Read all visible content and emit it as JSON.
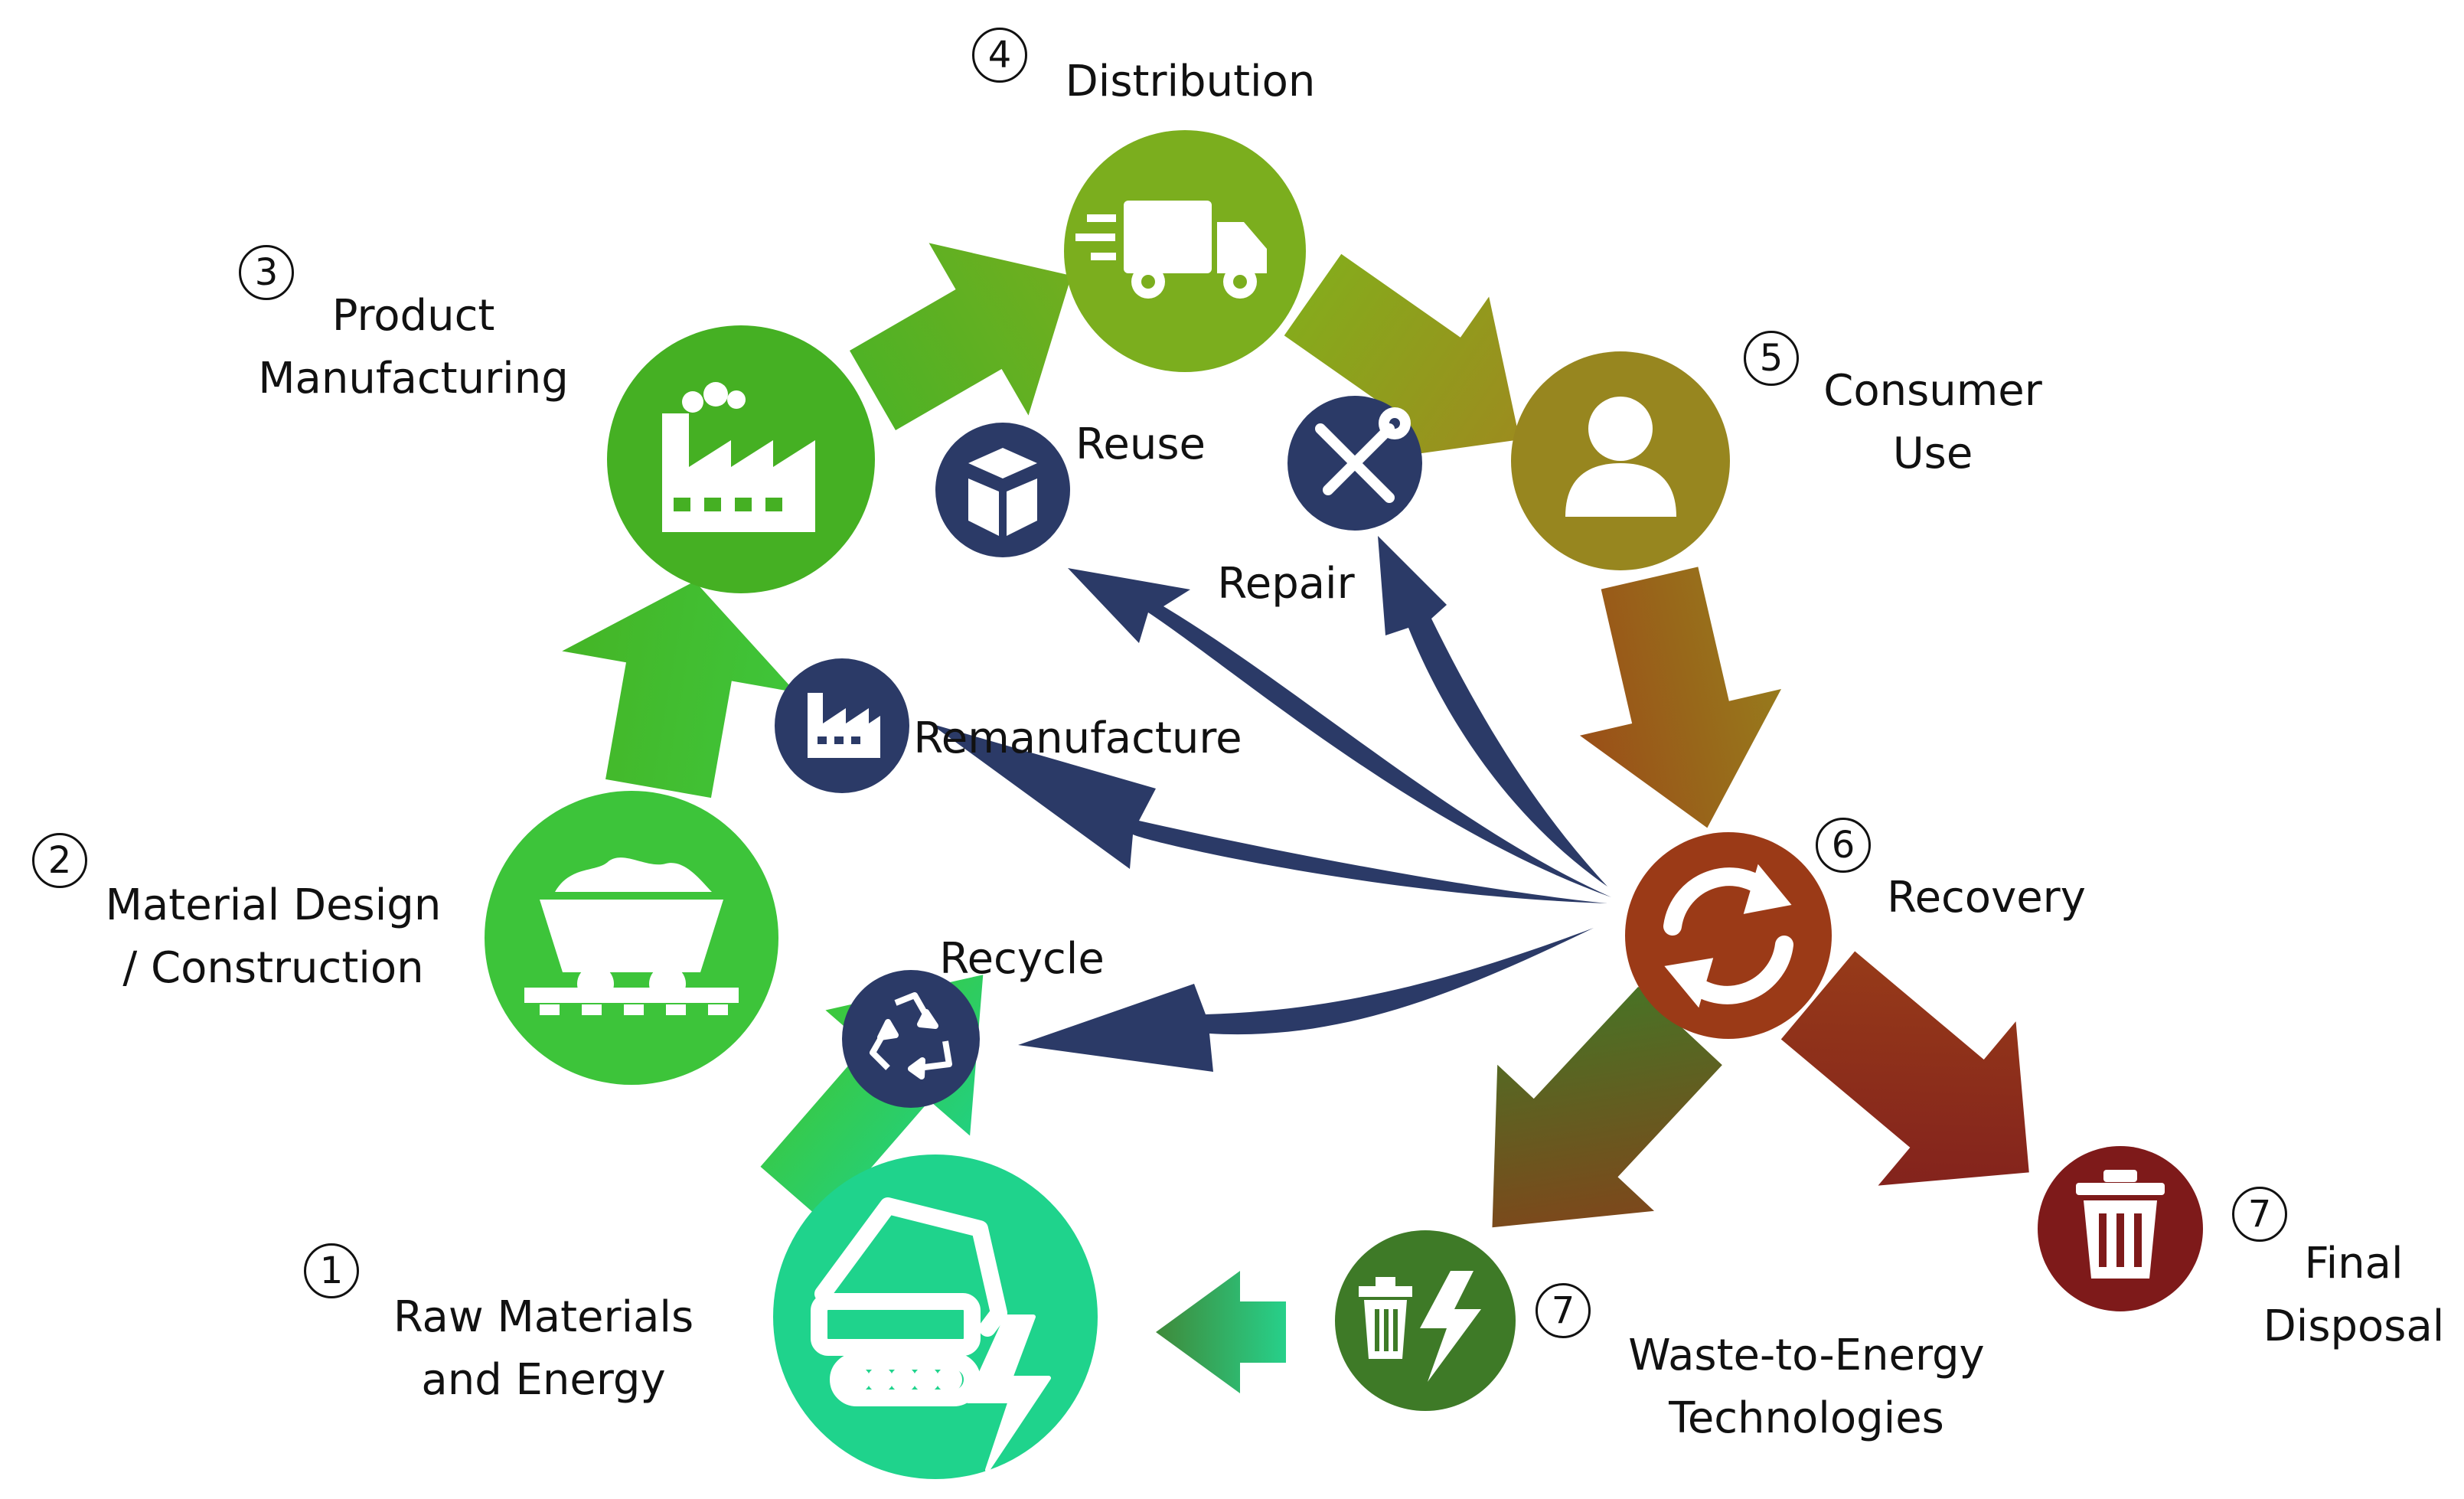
{
  "stages": {
    "raw": {
      "number": "1",
      "line1": "Raw Materials",
      "line2": "and Energy",
      "color": "#1FD38C",
      "icon": "excavator-lightning-icon"
    },
    "material": {
      "number": "2",
      "line1": "Material Design",
      "line2": "/ Construction",
      "color": "#3DC43A",
      "icon": "mine-cart-icon"
    },
    "product": {
      "number": "3",
      "line1": "Product",
      "line2": "Manufacturing",
      "color": "#45B023",
      "icon": "factory-smoke-icon"
    },
    "distribution": {
      "number": "4",
      "line1": "Distribution",
      "color": "#7BAE1E",
      "icon": "delivery-truck-icon"
    },
    "consumer": {
      "number": "5",
      "line1": "Consumer",
      "line2": "Use",
      "color": "#97861F",
      "icon": "person-icon"
    },
    "recovery": {
      "number": "6",
      "line1": "Recovery",
      "color": "#9B3A17",
      "icon": "sync-arrows-icon"
    },
    "wte": {
      "number": "7",
      "line1": "Waste-to-Energy",
      "line2": "Technologies",
      "color": "#3E7A27",
      "icon": "trash-lightning-icon"
    },
    "disposal": {
      "number": "7",
      "line1": "Final",
      "line2": "Disposal",
      "color": "#7E1A1A",
      "icon": "trash-can-icon"
    }
  },
  "loops": {
    "reuse": {
      "label": "Reuse",
      "icon": "open-box-icon"
    },
    "repair": {
      "label": "Repair",
      "icon": "wrench-screwdriver-icon"
    },
    "remanufacture": {
      "label": "Remanufacture",
      "icon": "factory-icon"
    },
    "recycle": {
      "label": "Recycle",
      "icon": "recycle-icon"
    }
  },
  "colors": {
    "loop_navy": "#2B3A67",
    "text": "#111111",
    "background": "#FFFFFF"
  }
}
